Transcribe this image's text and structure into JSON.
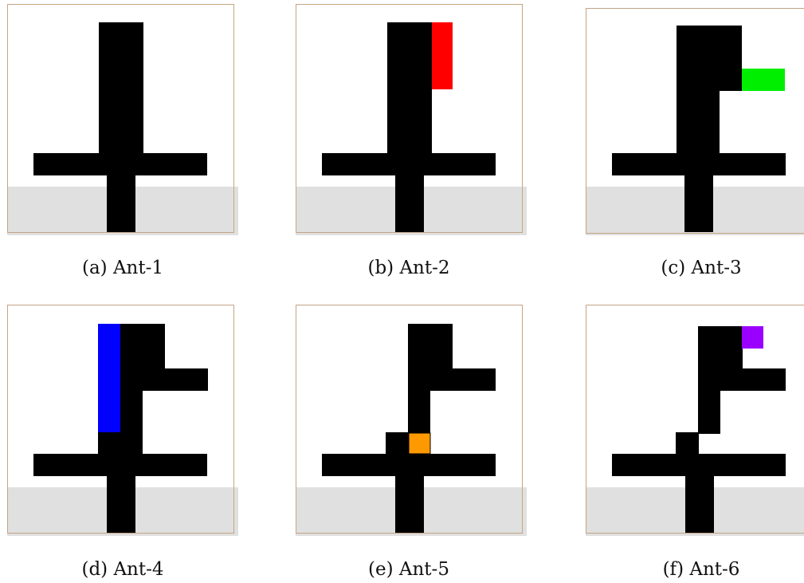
{
  "panels": [
    {
      "caption": "(a) Ant-1"
    },
    {
      "caption": "(b) Ant-2",
      "highlight_color": "#ff0000"
    },
    {
      "caption": "(c) Ant-3",
      "highlight_color": "#00ee00"
    },
    {
      "caption": "(d) Ant-4",
      "highlight_color": "#0000ff"
    },
    {
      "caption": "(e) Ant-5",
      "highlight_color": "#ff9900"
    },
    {
      "caption": "(f) Ant-6",
      "highlight_color": "#9900ff"
    }
  ],
  "colors": {
    "body": "#000000",
    "ground": "#e0e0e0",
    "border": "#c4a484"
  }
}
